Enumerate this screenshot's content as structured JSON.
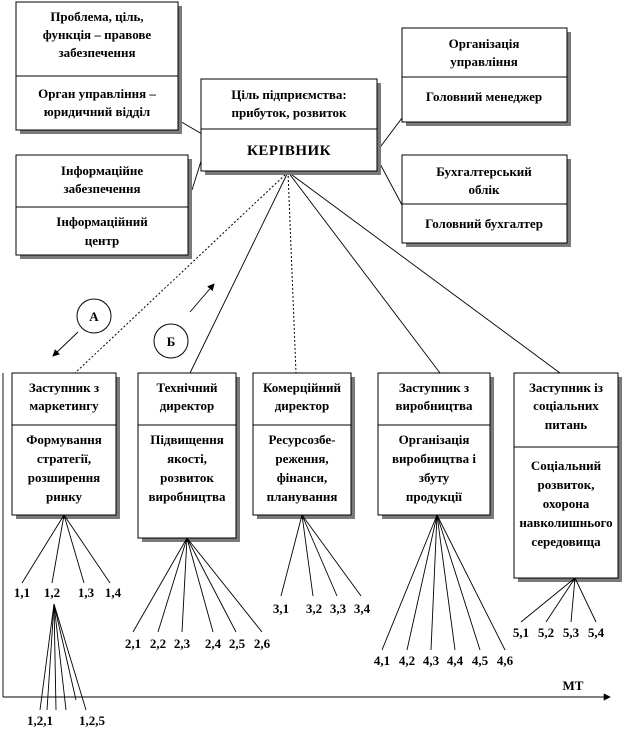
{
  "center": {
    "goal_line1": "Ціль підприємства:",
    "goal_line2": "прибуток, розвиток",
    "title": "КЕРІВНИК"
  },
  "top_left": {
    "l1": "Проблема, ціль,",
    "l2": "функція – правове",
    "l3": "забезпечення",
    "b1": "Орган управління –",
    "b2": "юридичний відділ"
  },
  "mid_left": {
    "l1": "Інформаційне",
    "l2": "забезпечення",
    "b1": "Інформаційний",
    "b2": "центр"
  },
  "top_right": {
    "l1": "Організація",
    "l2": "управління",
    "b1": "Головний менеджер"
  },
  "mid_right": {
    "l1": "Бухгалтерський",
    "l2": "облік",
    "b1": "Головний бухгалтер"
  },
  "markers": {
    "a": "А",
    "b": "Б"
  },
  "axis_label": "МТ",
  "departments": [
    {
      "h1": "Заступник з",
      "h2": "маркетингу",
      "b": [
        "Формування",
        "стратегії,",
        "розширення",
        "ринку"
      ]
    },
    {
      "h1": "Технічний",
      "h2": "директор",
      "b": [
        "Підвищення",
        "якості,",
        "розвиток",
        "виробництва"
      ]
    },
    {
      "h1": "Комерційний",
      "h2": "директор",
      "b": [
        "Ресурсозбе-",
        "реження,",
        "фінанси,",
        "планування"
      ]
    },
    {
      "h1": "Заступник з",
      "h2": "виробництва",
      "b": [
        "Організація",
        "виробництва і",
        "збуту",
        "продукції"
      ]
    },
    {
      "h1": "Заступник із",
      "h2": "соціальних",
      "h3": "питань",
      "b": [
        "Соціальний",
        "розвиток,",
        "охорона",
        "навколишнього",
        "середовища"
      ]
    }
  ],
  "leaves": {
    "g1": [
      "1,1",
      "1,2",
      "1,3",
      "1,4"
    ],
    "g12": [
      "1,2,1",
      "1,2,5"
    ],
    "g2": [
      "2,1",
      "2,2",
      "2,3",
      "2,4",
      "2,5",
      "2,6"
    ],
    "g3": [
      "3,1",
      "3,2",
      "3,3",
      "3,4"
    ],
    "g4": [
      "4,1",
      "4,2",
      "4,3",
      "4,4",
      "4,5",
      "4,6"
    ],
    "g5": [
      "5,1",
      "5,2",
      "5,3",
      "5,4"
    ]
  }
}
